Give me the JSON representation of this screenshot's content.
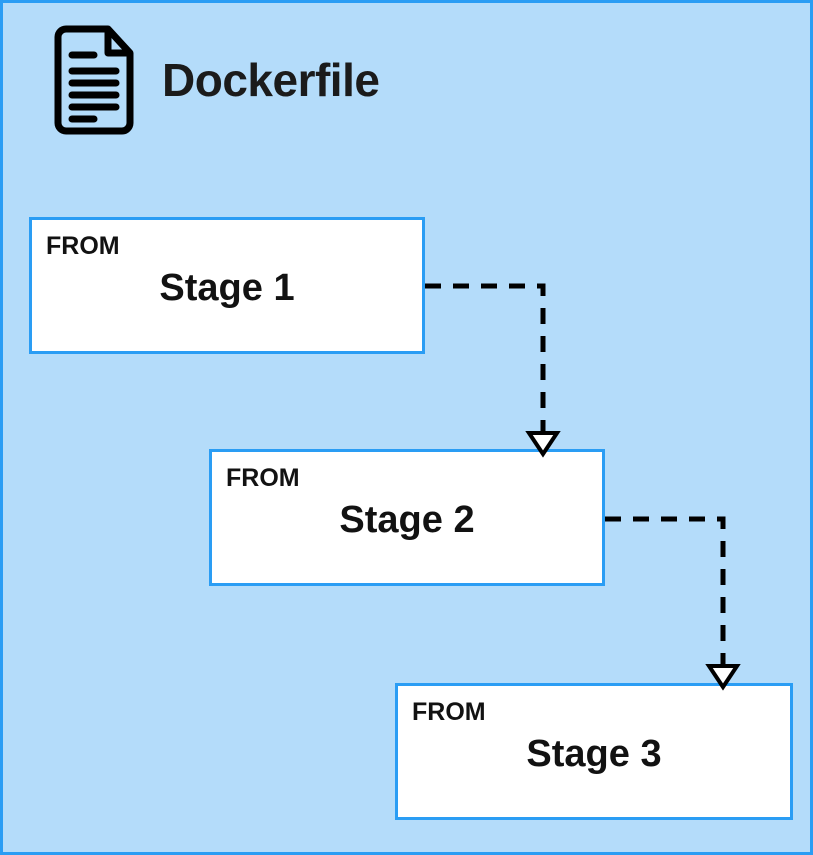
{
  "diagram": {
    "title": "Dockerfile",
    "background_color": "#b4dcfa",
    "border_color": "#2a9df4",
    "box_fill_color": "#ffffff",
    "text_color": "#121212",
    "connector_color": "#000000",
    "icon": "document-icon"
  },
  "stages": [
    {
      "keyword": "FROM",
      "name": "Stage 1"
    },
    {
      "keyword": "FROM",
      "name": "Stage 2"
    },
    {
      "keyword": "FROM",
      "name": "Stage 3"
    }
  ],
  "connectors": [
    {
      "from": "Stage 1",
      "to": "Stage 2",
      "style": "dashed",
      "arrowhead": "hollow-triangle"
    },
    {
      "from": "Stage 2",
      "to": "Stage 3",
      "style": "dashed",
      "arrowhead": "hollow-triangle"
    }
  ]
}
